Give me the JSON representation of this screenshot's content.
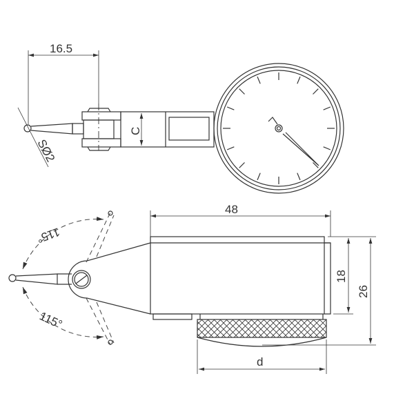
{
  "top_view": {
    "dim_length": "16.5",
    "dim_height": "C",
    "dim_ball": "SØ2"
  },
  "side_view": {
    "dim_length": "48",
    "dim_body_height": "18",
    "dim_total_height": "26",
    "dim_wheel": "d",
    "angle_top": "115°",
    "angle_bottom": "115°"
  }
}
